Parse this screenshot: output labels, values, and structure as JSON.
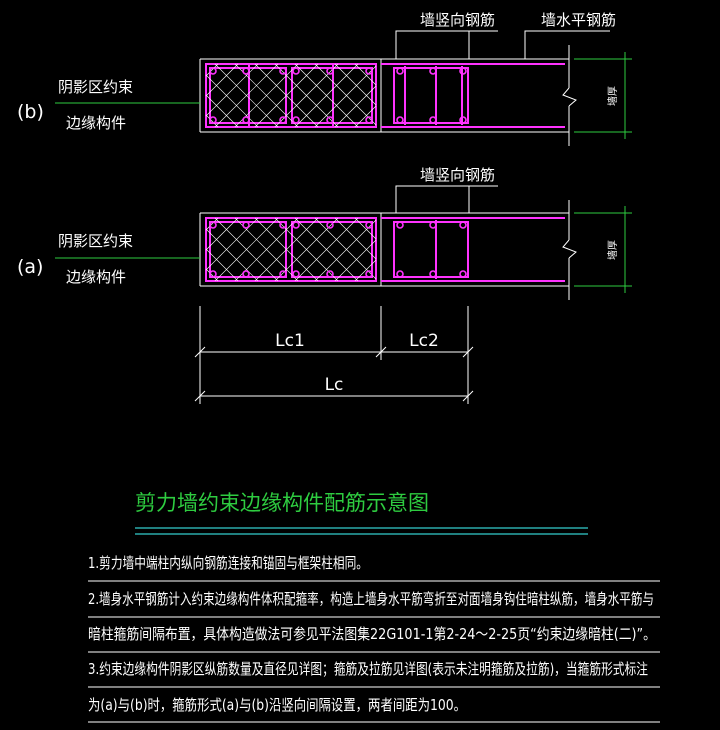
{
  "detail_b": {
    "marker": "(b)",
    "label_line1": "阴影区约束",
    "label_line2": "边缘构件",
    "callout_vertical": "墙竖向钢筋",
    "callout_horizontal": "墙水平钢筋",
    "wall_thickness": "墙厚"
  },
  "detail_a": {
    "marker": "(a)",
    "label_line1": "阴影区约束",
    "label_line2": "边缘构件",
    "callout_vertical": "墙竖向钢筋",
    "wall_thickness": "墙厚"
  },
  "dimensions": {
    "lc1": "Lc1",
    "lc2": "Lc2",
    "lc": "Lc"
  },
  "title": "剪力墙约束边缘构件配筋示意图",
  "notes": [
    "1.剪力墙中端柱内纵向钢筋连接和锚固与框架柱相同。",
    "2.墙身水平钢筋计入约束边缘构件体积配箍率，构造上墙身水平筋弯折至对面墙身钩住暗柱纵筋，墙身水平筋与",
    "暗柱箍筋间隔布置，具体构造做法可参见平法图集22G101-1第2-24～2-25页“约束边缘暗柱(二)”。",
    "3.约束边缘构件阴影区纵筋数量及直径见详图；箍筋及拉筋见详图(表示未注明箍筋及拉筋)，当箍筋形式标注",
    "为(a)与(b)时，箍筋形式(a)与(b)沿竖向间隔设置，两者间距为100。"
  ],
  "colors": {
    "background": "#000000",
    "line": "#ffffff",
    "rebar": "#ff33ff",
    "leader": "#2ecc40",
    "title": "#2ecc40",
    "title_rule": "#33cccc"
  }
}
